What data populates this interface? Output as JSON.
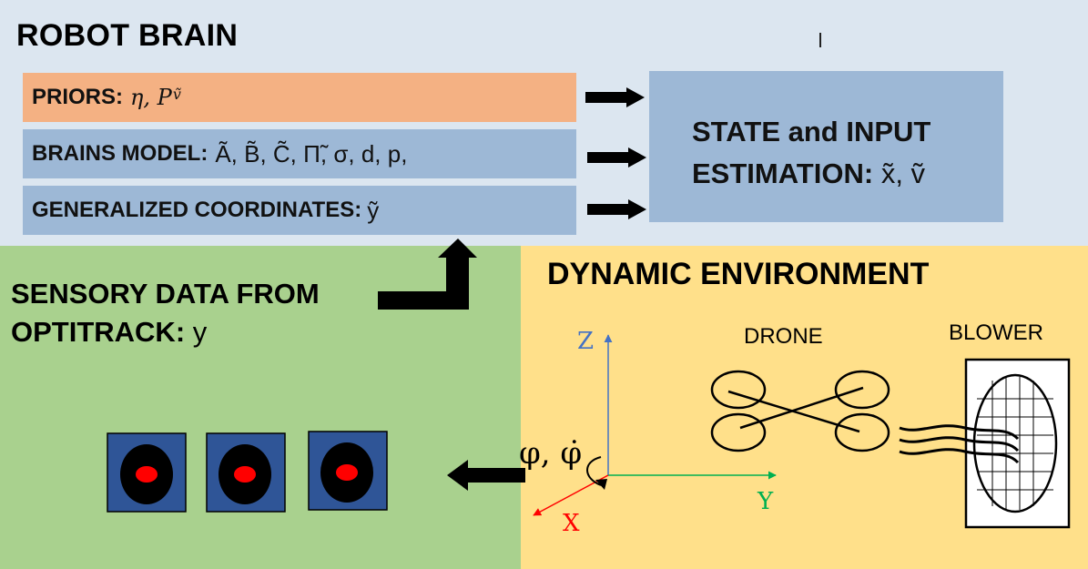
{
  "robot_brain": {
    "title": "ROBOT BRAIN",
    "priors_label": "PRIORS:",
    "priors_symbols": "η, P",
    "priors_superscript": "ṽ",
    "brains_model_label": "BRAINS MODEL:",
    "brains_model_values": "Ã, B̃, C̃, Π̃, σ, d, p,",
    "gen_coords_label": "GENERALIZED COORDINATES:",
    "gen_coords_value": "ỹ",
    "estimation_line1": "STATE and INPUT",
    "estimation_line2": "ESTIMATION:",
    "estimation_symbols": "x̃, ṽ"
  },
  "sensory": {
    "line1": "SENSORY DATA FROM",
    "line2": "OPTITRACK:",
    "symbol": "y"
  },
  "environment": {
    "title": "DYNAMIC ENVIRONMENT",
    "drone_label": "DRONE",
    "blower_label": "BLOWER",
    "axis_z": "Z",
    "axis_y": "Y",
    "axis_x": "X",
    "angle_label": "φ, φ̇"
  },
  "colors": {
    "top_panel": "#dce6f0",
    "priors_box": "#f4b183",
    "blue_box": "#9db8d6",
    "green_panel": "#a9d18e",
    "yellow_panel": "#ffe08a",
    "camera_fill": "#2f5597",
    "axis_z": "#4472c4",
    "axis_y": "#00b050",
    "axis_x": "#ff0000"
  }
}
